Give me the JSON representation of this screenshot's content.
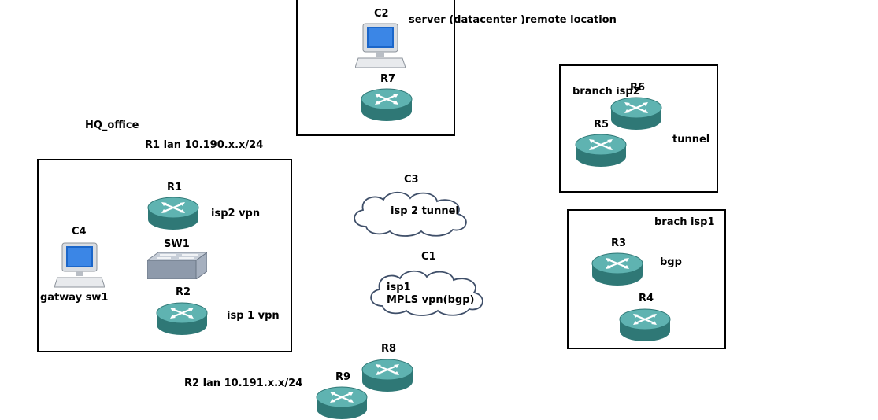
{
  "areas": {
    "hq_office": "HQ_office",
    "r1_lan": "R1 lan 10.190.x.x/24",
    "r2_lan": "R2 lan 10.191.x.x/24",
    "server_location": "server  (datacenter )remote location",
    "branch_isp2": "branch isp2",
    "branch_isp1": "brach isp1"
  },
  "devices": {
    "c2": "C2",
    "r7": "R7",
    "r6": "R6",
    "r5": "R5",
    "r1": "R1",
    "c4": "C4",
    "sw1": "SW1",
    "r2": "R2",
    "c3": "C3",
    "c1": "C1",
    "r3": "R3",
    "r4": "R4",
    "r8": "R8",
    "r9": "R9"
  },
  "notes": {
    "isp2_vpn": "isp2 vpn",
    "isp1_vpn": "isp 1 vpn",
    "gateway_sw1": "gatway sw1",
    "tunnel": "tunnel",
    "bgp": "bgp",
    "cloud_c3": "isp 2  tunnel",
    "cloud_c1_line1": "isp1",
    "cloud_c1_line2": "MPLS vpn(bgp)"
  },
  "colors": {
    "router_body": "#3d8e8c",
    "router_top": "#5fb3b1",
    "cloud_stroke": "#3f4f69",
    "frame": "#000000"
  }
}
